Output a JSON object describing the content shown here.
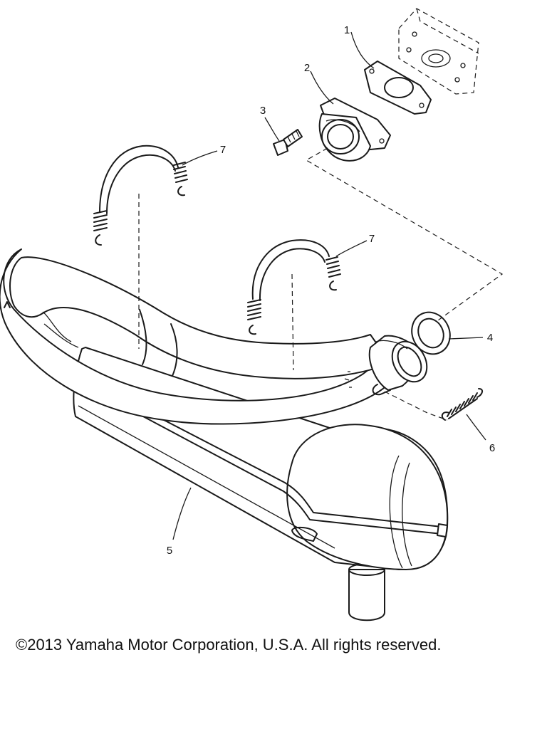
{
  "diagram": {
    "callouts": [
      {
        "id": "1",
        "label": "1"
      },
      {
        "id": "2",
        "label": "2"
      },
      {
        "id": "3",
        "label": "3"
      },
      {
        "id": "4",
        "label": "4"
      },
      {
        "id": "5",
        "label": "5"
      },
      {
        "id": "6",
        "label": "6"
      },
      {
        "id": "7a",
        "label": "7"
      },
      {
        "id": "7b",
        "label": "7"
      }
    ]
  },
  "footer": {
    "copyright": "©2013 Yamaha Motor Corporation, U.S.A. All rights reserved."
  }
}
